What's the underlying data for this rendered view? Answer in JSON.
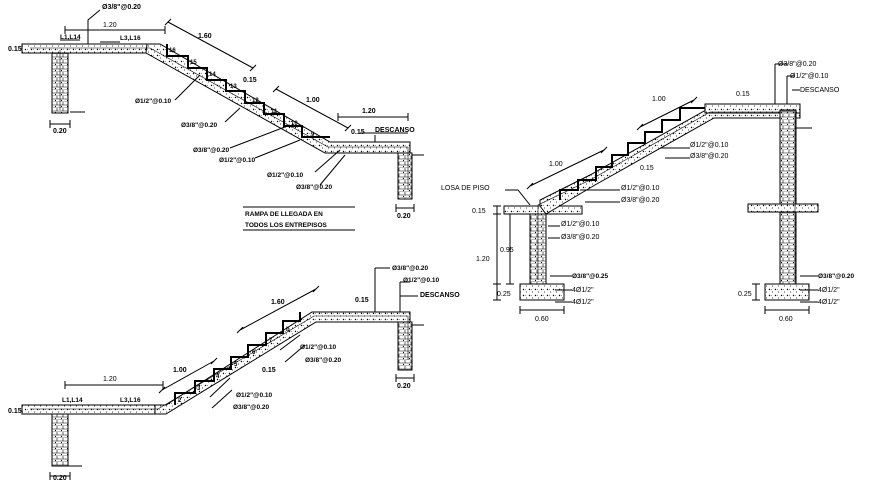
{
  "views": {
    "top_left": {
      "labels": {
        "top_bar": "Ø3/8\"@0.20",
        "dim_120": "1.20",
        "dim_160": "1.60",
        "dim_015_left": "0.15",
        "l1": "L1,L14",
        "l3": "L3,L16",
        "step16": "16",
        "step15": "15",
        "step14": "14",
        "step13": "13",
        "step12": "12",
        "step11": "11",
        "step10": "10",
        "step9": "9",
        "r1": "Ø1/2\"@0.10",
        "r2": "Ø3/8\"@0.20",
        "dim_015_step": "0.15",
        "dim_100": "1.00",
        "dim_120b": "1.20",
        "dim_015_land": "0.15",
        "descanso": "DESCANSO",
        "r3": "Ø3/8\"@0.20",
        "r4": "Ø1/2\"@0.10",
        "r5": "Ø1/2\"@0.10",
        "r6": "Ø3/8\"@0.20",
        "base_left": "0.20",
        "base_right": "0.20",
        "note1": "RAMPA DE LLEGADA EN",
        "note2": "TODOS LOS ENTREPISOS"
      }
    },
    "bottom_left": {
      "labels": {
        "r_top1": "Ø3/8\"@0.20",
        "r_top2": "Ø1/2\"@0.10",
        "descanso": "DESCANSO",
        "dim_160": "1.60",
        "dim_015": "0.15",
        "dim_100": "1.00",
        "dim_120": "1.20",
        "dim_015_left": "0.15",
        "l1": "L1,L14",
        "l3": "L3,L16",
        "r1": "Ø1/2\"@0.10",
        "r2": "Ø3/8\"@0.20",
        "r3": "Ø1/2\"@0.10",
        "r4": "Ø3/8\"@0.20",
        "dim_015_step": "0.15",
        "base_left": "0.20",
        "base_right": "0.20",
        "step_b": "b",
        "step_7": "7",
        "step_6": "6",
        "step_5": "5",
        "step_4": "4",
        "step_3": "3",
        "step_2": "2"
      }
    },
    "right": {
      "labels": {
        "r_top1": "Ø3/8\"@0.20",
        "r_top2": "Ø1/2\"@0.10",
        "descanso": "DESCANSO",
        "dim_100_top": "1.00",
        "dim_015_top": "0.15",
        "r1": "Ø1/2\"@0.10",
        "r2": "Ø3/8\"@0.20",
        "dim_100_mid": "1.00",
        "dim_015_mid": "0.15",
        "losa": "LOSA DE PISO",
        "r3": "Ø1/2\"@0.10",
        "r4": "Ø3/8\"@0.20",
        "r5": "Ø1/2\"@0.10",
        "r6": "Ø3/8\"@0.20",
        "dim_015_left": "0.15",
        "dim_095": "0.95",
        "dim_120": "1.20",
        "dim_025_left": "0.25",
        "foot_r1": "Ø3/8\"@0.25",
        "foot_r2": "4Ø1/2\"",
        "foot_r3": "4Ø1/2\"",
        "base_060_left": "0.60",
        "dim_025_right": "0.25",
        "foot_r4": "Ø3/8\"@0.20",
        "foot_r5": "4Ø1/2\"",
        "foot_r6": "4Ø1/2\"",
        "base_060_right": "0.60"
      }
    }
  },
  "colors": {
    "line": "#000000",
    "background": "#ffffff"
  }
}
